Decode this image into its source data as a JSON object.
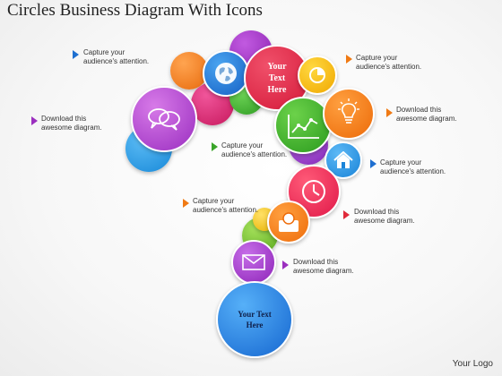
{
  "title": "Circles Business Diagram With Icons",
  "logo": "Your Logo",
  "colors": {
    "blue": "#1e6fd0",
    "purple": "#9b2fbf",
    "magenta": "#d6327a",
    "red": "#e02a3a",
    "orange": "#f07a14",
    "green": "#3aa52a",
    "light_green": "#7cc432",
    "yellow": "#f2c414",
    "sky": "#2a9ae6"
  },
  "center_circle_top": {
    "line1": "Your",
    "line2": "Text",
    "line3": "Here"
  },
  "bottom_circle": {
    "line1": "Your Text",
    "line2": "Here"
  },
  "labels": [
    {
      "line1": "Capture your",
      "line2": "audience's attention.",
      "arrow": "blue"
    },
    {
      "line1": "Capture your",
      "line2": "audience's attention.",
      "arrow": "orange"
    },
    {
      "line1": "Download this",
      "line2": "awesome diagram.",
      "arrow": "purple"
    },
    {
      "line1": "Download this",
      "line2": "awesome diagram.",
      "arrow": "orange"
    },
    {
      "line1": "Capture your",
      "line2": "audience's attention.",
      "arrow": "green"
    },
    {
      "line1": "Capture your",
      "line2": "audience's attention.",
      "arrow": "blue"
    },
    {
      "line1": "Capture your",
      "line2": "audience's attention.",
      "arrow": "orange"
    },
    {
      "line1": "Download this",
      "line2": "awesome diagram.",
      "arrow": "red"
    },
    {
      "line1": "Download this",
      "line2": "awesome diagram.",
      "arrow": "purple"
    }
  ],
  "icons": [
    "globe-icon",
    "pie-chart-icon",
    "chat-bubbles-icon",
    "line-chart-icon",
    "lightbulb-icon",
    "home-icon",
    "clock-icon",
    "user-icon",
    "envelope-icon"
  ]
}
